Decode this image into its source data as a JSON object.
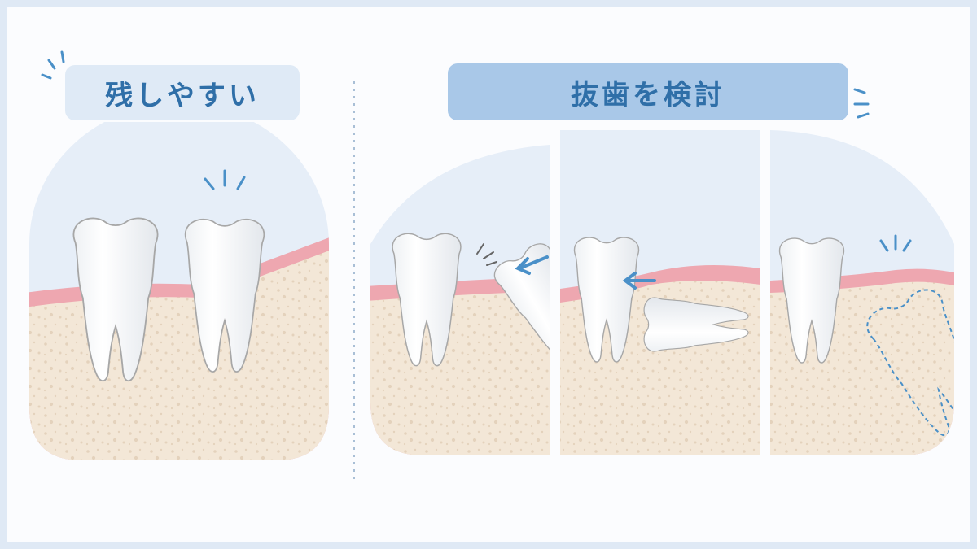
{
  "labels": {
    "keep": "残しやすい",
    "extract": "抜歯を検討"
  },
  "colors": {
    "accent": "#4a90c8",
    "label_text": "#2f6fa8",
    "gum": "#eea7b0",
    "bone": "#f2e6d6",
    "sky": "#e6eef8",
    "tooth": "#ffffff"
  },
  "icons": [
    "sparkle-icon",
    "arrow-icon",
    "dashed-tooth-outline"
  ]
}
